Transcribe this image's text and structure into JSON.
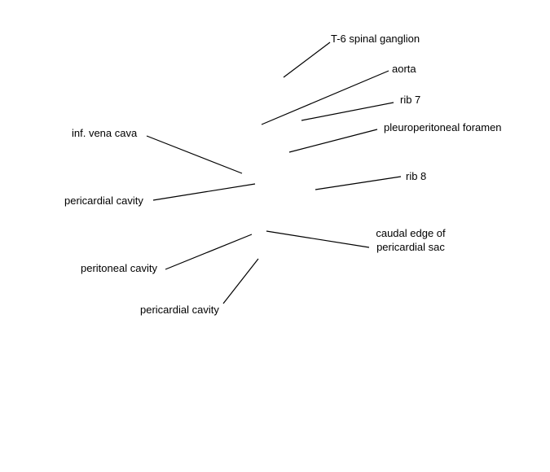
{
  "figure": {
    "labels": {
      "t6_spinal_ganglion": "T-6 spinal ganglion",
      "aorta": "aorta",
      "rib_7": "rib 7",
      "pleuroperitoneal_foramen": "pleuroperitoneal foramen",
      "inf_vena_cava": "inf. vena cava",
      "rib_8": "rib 8",
      "pericardial_cavity_upper": "pericardial cavity",
      "caudal_edge_line1": "caudal edge of",
      "caudal_edge_line2": "pericardial sac",
      "peritoneal_cavity": "peritoneal cavity",
      "pericardial_cavity_lower": "pericardial cavity"
    }
  }
}
